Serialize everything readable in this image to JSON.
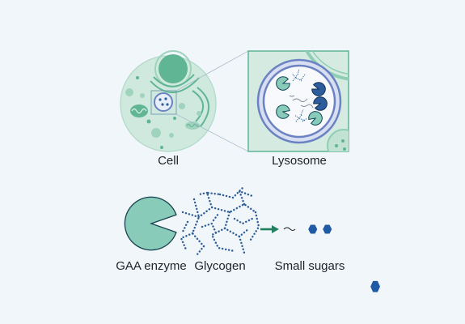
{
  "labels": {
    "cell": "Cell",
    "lysosome": "Lysosome",
    "enzyme": "GAA enzyme",
    "glycogen": "Glycogen",
    "sugars": "Small sugars"
  },
  "colors": {
    "background": "#f1f6fb",
    "cell_fill": "#cfe9df",
    "cell_accent": "#5fb594",
    "lysosome_ring": "#6b83c2",
    "enzyme_fill": "#88cbb9",
    "glycogen": "#2d5d9a",
    "arrow": "#23805f",
    "sugar_hex": "#1f5aa6"
  }
}
